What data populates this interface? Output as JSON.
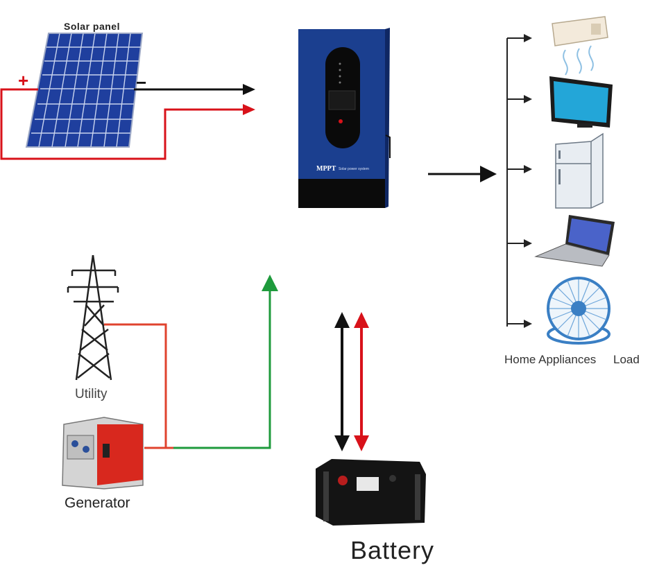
{
  "solar": {
    "label": "Solar panel",
    "plus": "+",
    "minus": "−"
  },
  "inverter": {
    "brand": "MPPT",
    "subtitle": "Solar power system"
  },
  "utility": {
    "label": "Utility"
  },
  "generator": {
    "label": "Generator"
  },
  "battery": {
    "label": "Battery"
  },
  "load": {
    "appliances_label": "Home Appliances",
    "load_label": "Load"
  },
  "colors": {
    "positive": "#d8121a",
    "negative": "#111111",
    "ac_input": "#1e9a3c",
    "inverter_body": "#1b3f8f"
  }
}
